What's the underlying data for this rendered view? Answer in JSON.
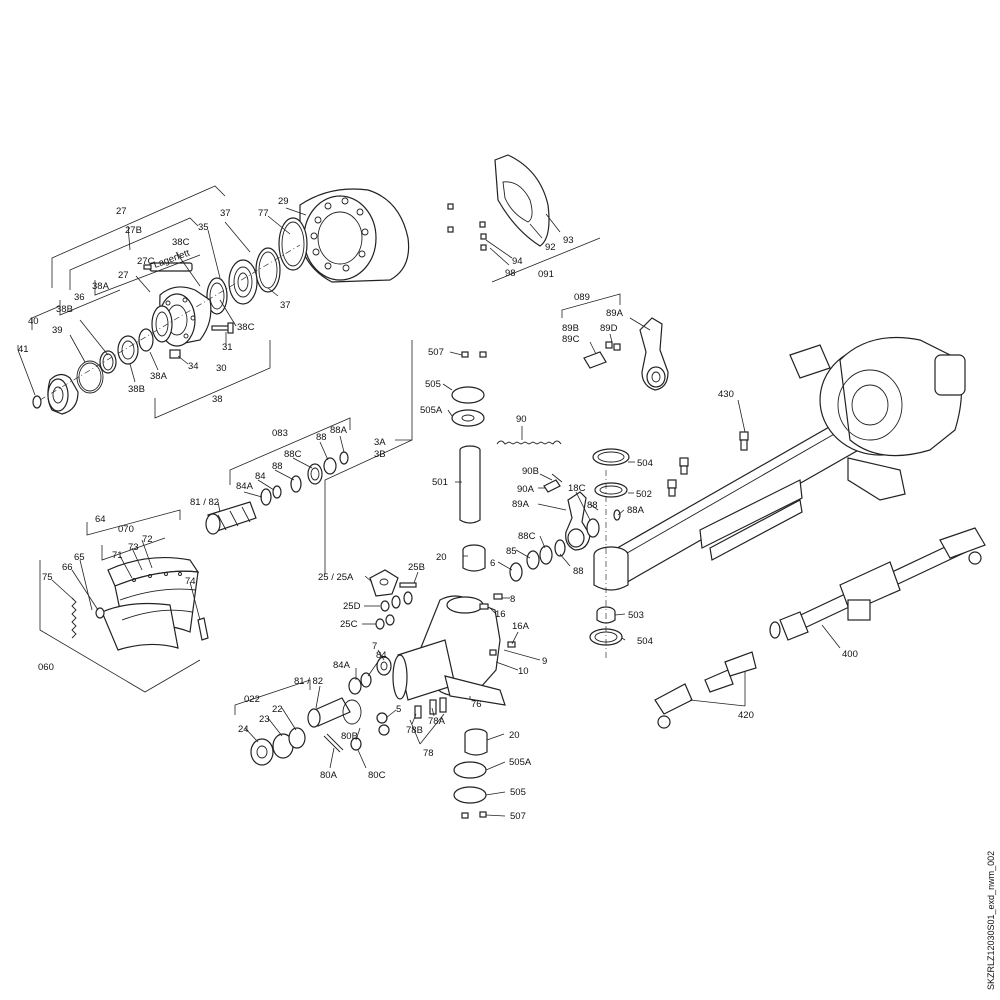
{
  "drawing_code": "SKZRLZ12030S01_exd_nwm_002",
  "labels": {
    "l27": "27",
    "l27B": "27B",
    "l27C": "27C",
    "l27b": "27",
    "lager": "Lagerfett",
    "l38C_top": "38C",
    "l35": "35",
    "l37_top": "37",
    "l77": "77",
    "l29": "29",
    "l38A": "38A",
    "l36": "36",
    "l38B": "38B",
    "l40": "40",
    "l39": "39",
    "l41": "41",
    "l38B_b": "38B",
    "l38A_b": "38A",
    "l34": "34",
    "l31": "31",
    "l30": "30",
    "l38C_b": "38C",
    "l37_b": "37",
    "l38": "38",
    "l94": "94",
    "l92": "92",
    "l93": "93",
    "l98": "98",
    "l091": "091",
    "l089": "089",
    "l89B": "89B",
    "l89C": "89C",
    "l89D": "89D",
    "l89A_top": "89A",
    "l430": "430",
    "l507_top": "507",
    "l505_top": "505",
    "l505A_top": "505A",
    "l3A": "3A",
    "l3B": "3B",
    "l90": "90",
    "l501": "501",
    "l504_top": "504",
    "l90B": "90B",
    "l90A": "90A",
    "l18C": "18C",
    "l502": "502",
    "l89A": "89A",
    "l88_r": "88",
    "l88A_r": "88A",
    "l88C_r": "88C",
    "l85": "85",
    "l6": "6",
    "l88_r2": "88",
    "l20_top": "20",
    "l503": "503",
    "l504_b": "504",
    "l083": "083",
    "l88_l": "88",
    "l88A_l": "88A",
    "l88C_l": "88C",
    "l88_l2": "88",
    "l84_l": "84",
    "l84A_l": "84A",
    "l8182_top": "81 / 82",
    "l64": "64",
    "l070": "070",
    "l65": "65",
    "l71": "71",
    "l72": "72",
    "l73": "73",
    "l66": "66",
    "l75": "75",
    "l74": "74",
    "l060": "060",
    "l2525A": "25 / 25A",
    "l25B": "25B",
    "l25D": "25D",
    "l25C": "25C",
    "l8": "8",
    "l16": "16",
    "l16A": "16A",
    "l9": "9",
    "l10": "10",
    "l7": "7",
    "l84": "84",
    "l84A": "84A",
    "l8182": "81 / 82",
    "l022": "022",
    "l22": "22",
    "l23": "23",
    "l24": "24",
    "l5": "5",
    "l80B": "80B",
    "l80A": "80A",
    "l80C": "80C",
    "l78B": "78B",
    "l78A": "78A",
    "l78": "78",
    "l76": "76",
    "l20_b": "20",
    "l505A_b": "505A",
    "l505_b": "505",
    "l507_b": "507",
    "l400": "400",
    "l420": "420"
  }
}
